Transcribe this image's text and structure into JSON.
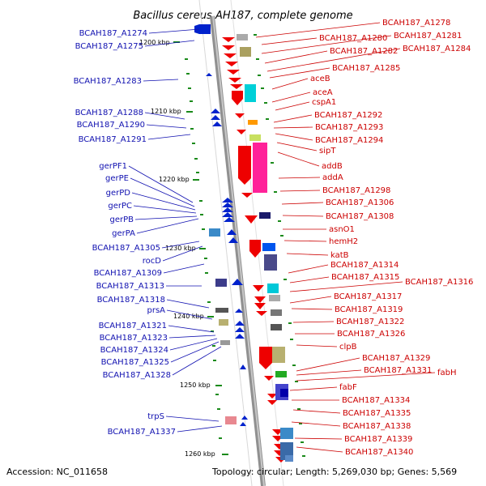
{
  "title": "Bacillus cereus AH187, complete genome",
  "footer": {
    "accession": "Accession: NC_011658",
    "topology": "Topology: circular; Length: 5,269,030 bp; Genes: 5,569"
  },
  "colors": {
    "left_label": "#1010b0",
    "right_label": "#cc0000",
    "backbone": "#909090",
    "tick": "#1a8a1a"
  },
  "kbp_marks": [
    "1200 kbp",
    "1210 kbp",
    "1220 kbp",
    "1230 kbp",
    "1240 kbp",
    "1250 kbp",
    "1260 kbp"
  ],
  "left_labels": [
    "BCAH187_A1274",
    "BCAH187_A1275",
    "BCAH187_A1283",
    "BCAH187_A1288",
    "BCAH187_A1290",
    "BCAH187_A1291",
    "gerPF1",
    "gerPE",
    "gerPD",
    "gerPC",
    "gerPB",
    "gerPA",
    "BCAH187_A1305",
    "rocD",
    "BCAH187_A1309",
    "BCAH187_A1313",
    "BCAH187_A1318",
    "prsA",
    "BCAH187_A1321",
    "BCAH187_A1323",
    "BCAH187_A1324",
    "BCAH187_A1325",
    "BCAH187_A1328",
    "trpS",
    "BCAH187_A1337"
  ],
  "right_labels": [
    "BCAH187_A1278",
    "BCAH187_A1280",
    "BCAH187_A1281",
    "BCAH187_A1282",
    "BCAH187_A1284",
    "BCAH187_A1285",
    "aceB",
    "aceA",
    "cspA1",
    "BCAH187_A1292",
    "BCAH187_A1293",
    "BCAH187_A1294",
    "sipT",
    "addB",
    "addA",
    "BCAH187_A1298",
    "BCAH187_A1306",
    "BCAH187_A1308",
    "asnO1",
    "hemH2",
    "katB",
    "BCAH187_A1314",
    "BCAH187_A1315",
    "BCAH187_A1316",
    "BCAH187_A1317",
    "BCAH187_A1319",
    "BCAH187_A1322",
    "BCAH187_A1326",
    "clpB",
    "BCAH187_A1329",
    "BCAH187_A1331",
    "fabH",
    "fabF",
    "BCAH187_A1334",
    "BCAH187_A1335",
    "BCAH187_A1338",
    "BCAH187_A1339",
    "BCAH187_A1340"
  ]
}
